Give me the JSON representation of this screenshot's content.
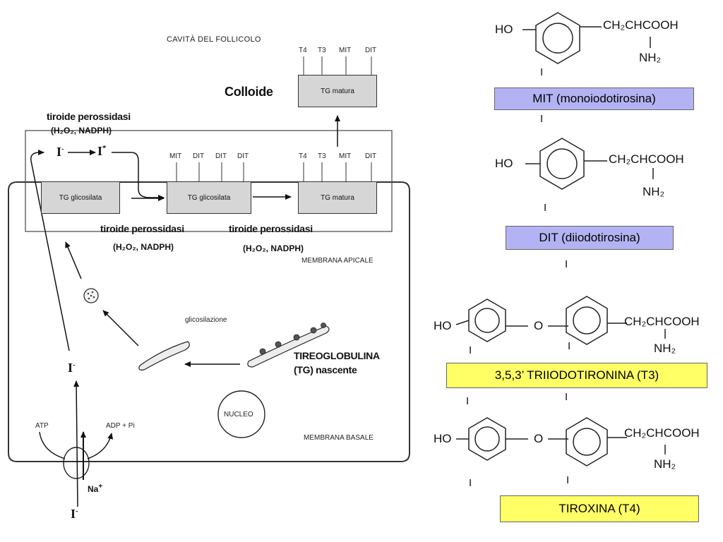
{
  "cell": {
    "cavity_label": "CAVITÀ DEL FOLLICOLO",
    "colloid_label": "Colloide",
    "top_header_labels": [
      "T4",
      "T3",
      "MIT",
      "DIT"
    ],
    "mature_tg_label": "TG matura",
    "peroxidase_top": {
      "name": "tiroide perossidasi",
      "cofactors": "(H₂O₂, NADPH)"
    },
    "iodide_label": "I",
    "iodide_charge": "-",
    "activated_iodine_label": "I",
    "activated_iodine_mark": "*",
    "glycosylated_tg_left": "TG glicosilata",
    "middle_header_labels": [
      "MIT",
      "DIT",
      "DIT",
      "DIT"
    ],
    "glycosylated_tg_middle": "TG glicosilata",
    "right_header_labels": [
      "T4",
      "T3",
      "MIT",
      "DIT"
    ],
    "mature_tg_right": "TG matura",
    "peroxidase_bottom_left": {
      "name": "tiroide perossidasi",
      "cofactors": "(H₂O₂, NADPH)"
    },
    "peroxidase_bottom_right": {
      "name": "tiroide perossidasi",
      "cofactors": "(H₂O₂, NADPH)"
    },
    "apical_membrane_label": "MEMBRANA APICALE",
    "glycosylation_label": "glicosilazione",
    "thyroglobulin_label_line1": "TIREOGLOBULINA",
    "thyroglobulin_label_line2": "(TG) nascente",
    "nucleus_label": "NUCLEO",
    "basal_membrane_label": "MEMBRANA BASALE",
    "atp_label": "ATP",
    "adp_label": "ADP + Pi",
    "sodium_label": "Na",
    "sodium_charge": "+"
  },
  "molecules": {
    "chem_text": {
      "ho": "HO",
      "chain": "CH₂CHCOOH",
      "amine": "NH₂",
      "oxygen": "O",
      "iodine": "I",
      "bond_v": "|"
    },
    "mit_label": "MIT (monoiodotirosina)",
    "dit_label": "DIT (diiodotirosina)",
    "t3_label": "3,5,3’ TRIIODOTIRONINA (T3)",
    "t4_label": "TIROXINA (T4)"
  },
  "colors": {
    "mit_box": "#b3b3f3",
    "dit_box": "#b3b3f3",
    "t3_box": "#ffff66",
    "t4_box": "#ffff66",
    "tg_box": "#d6d6d6"
  }
}
